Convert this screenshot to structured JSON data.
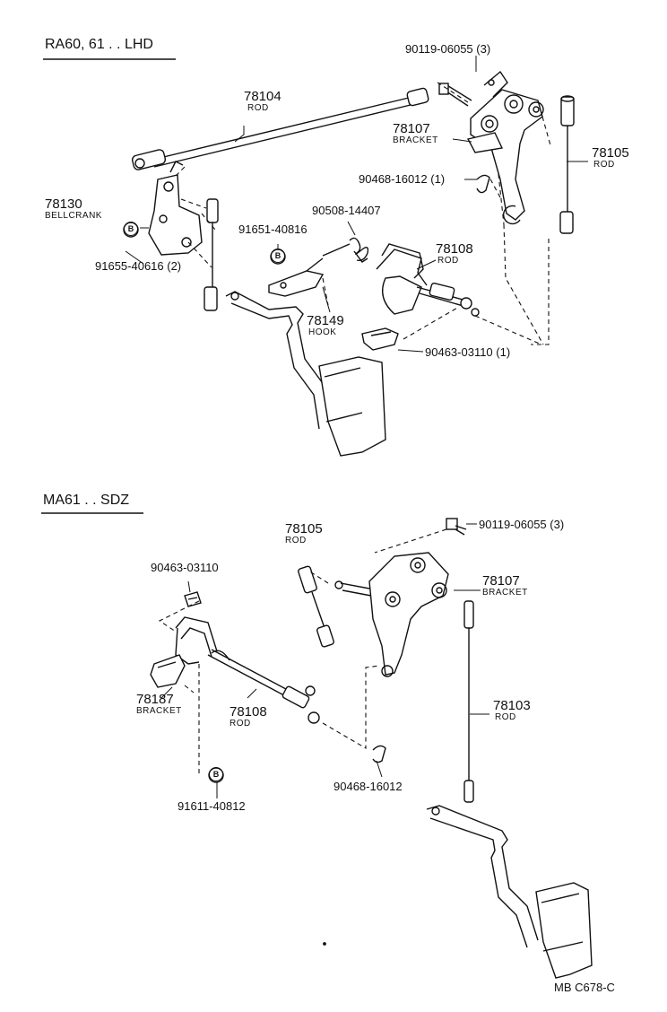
{
  "sections": [
    {
      "heading": "RA60, 61 . . LHD",
      "callouts": [
        {
          "id": "rod-78104",
          "number": "78104",
          "name": "ROD"
        },
        {
          "id": "bolt-90119-a",
          "part": "90119-06055 (3)"
        },
        {
          "id": "bracket-78107-a",
          "number": "78107",
          "name": "BRACKET"
        },
        {
          "id": "rod-78105-a",
          "number": "78105",
          "name": "ROD"
        },
        {
          "id": "pin-90468-a",
          "part": "90468-16012 (1)"
        },
        {
          "id": "bellcrank-78130",
          "number": "78130",
          "name": "BELLCRANK"
        },
        {
          "id": "spring-90508",
          "part": "90508-14407"
        },
        {
          "id": "bolt-91651",
          "part": "91651-40816",
          "badge": "B"
        },
        {
          "id": "rod-78108-a",
          "number": "78108",
          "name": "ROD"
        },
        {
          "id": "bolt-91655",
          "part": "91655-40616 (2)",
          "badge": "B"
        },
        {
          "id": "hook-78149",
          "number": "78149",
          "name": "HOOK"
        },
        {
          "id": "clip-90463-a",
          "part": "90463-03110 (1)"
        }
      ]
    },
    {
      "heading": "MA61 . . SDZ",
      "callouts": [
        {
          "id": "rod-78105-b",
          "number": "78105",
          "name": "ROD"
        },
        {
          "id": "bolt-90119-b",
          "part": "90119-06055 (3)"
        },
        {
          "id": "clip-90463-b",
          "part": "90463-03110"
        },
        {
          "id": "bracket-78107-b",
          "number": "78107",
          "name": "BRACKET"
        },
        {
          "id": "rod-78103",
          "number": "78103",
          "name": "ROD"
        },
        {
          "id": "bracket-78187",
          "number": "78187",
          "name": "BRACKET"
        },
        {
          "id": "rod-78108-b",
          "number": "78108",
          "name": "ROD"
        },
        {
          "id": "pin-90468-b",
          "part": "90468-16012"
        },
        {
          "id": "bolt-91611",
          "part": "91611-40812",
          "badge": "B"
        }
      ]
    }
  ],
  "footer": {
    "code": "MB  C678-C"
  }
}
